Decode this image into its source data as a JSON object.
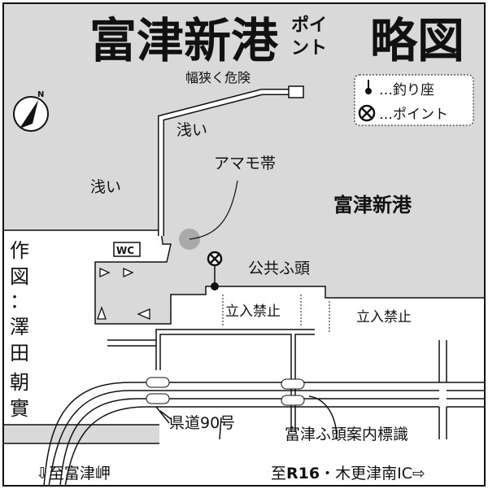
{
  "title_main": "富津新港",
  "title_small_1": "ポイ",
  "title_small_2": "ント",
  "title_end": "略図",
  "north": "N",
  "legend": {
    "seat": "…釣り座",
    "point": "…ポイント"
  },
  "labels": {
    "narrow": "幅狭く危険",
    "shallow_1": "浅い",
    "shallow_2": "浅い",
    "eelgrass": "アマモ帯",
    "harbor": "富津新港",
    "wc": "WC",
    "public_pier": "公共ふ頭",
    "no_entry_1": "立入禁止",
    "no_entry_2": "立入禁止",
    "route": "県道90号",
    "sign": "富津ふ頭案内標識",
    "to_misaki": "⇩至富津岬",
    "to_r16_pre": "至",
    "to_r16_bold": "R16",
    "to_r16_post": "・木更津南IC⇨",
    "credit": [
      "作",
      "図",
      "：",
      "澤",
      "田",
      "朝",
      "實"
    ]
  },
  "colors": {
    "sea": "#d9d9d9",
    "ink": "#111111"
  }
}
